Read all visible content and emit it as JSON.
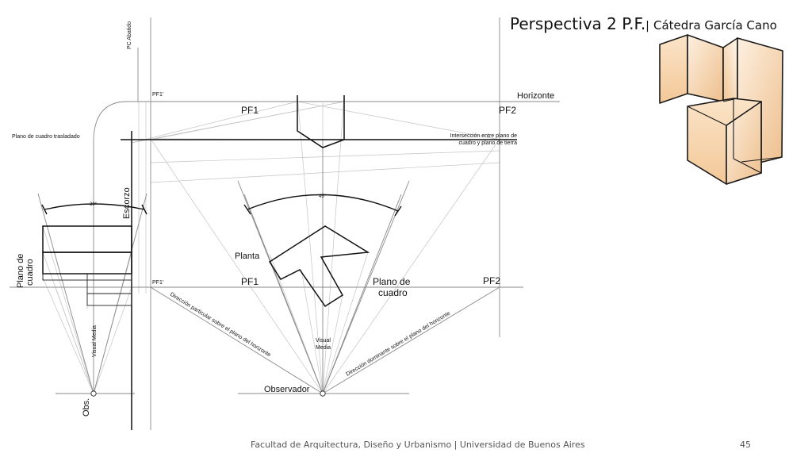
{
  "header": {
    "title": "Perspectiva 2 P.F.",
    "separator": "|",
    "subtitle": "Cátedra García Cano"
  },
  "diagram": {
    "labels": {
      "pc_abatido": "PC Abatido",
      "pf1_prime_top": "PF1'",
      "pf1_top": "PF1",
      "pf2_top": "PF2",
      "horizonte": "Horizonte",
      "plano_cuadro_trasladado": "Plano de cuadro trasladado",
      "interseccion_1": "Intersección entre plano de",
      "interseccion_2": "cuadro y plano de tierra",
      "escorzo": "Escorzo",
      "angle_30": "30°",
      "angle_45": "45°",
      "planta": "Planta",
      "plano_de_cuadro_left_1": "Plano de",
      "plano_de_cuadro_left_2": "cuadro",
      "pf1_prime_bottom": "PF1'",
      "pf1_bottom": "PF1",
      "plano_de_cuadro_center_1": "Plano de",
      "plano_de_cuadro_center_2": "cuadro",
      "pf2_bottom": "PF2",
      "direccion_particular": "Dirección particular sobre el plano del horizonte",
      "direccion_dominante": "Dirección dominante sobre el plano del horizonte",
      "visual_media_left": "Visual Media",
      "visual_media_center_1": "Visual",
      "visual_media_center_2": "Media",
      "obs": "Obs.",
      "observador": "Observador"
    },
    "colors": {
      "line_dark": "#111111",
      "line_gray": "#8a8a8a",
      "line_light": "#c4c4c4",
      "box_fill_light": "#fbe6cf",
      "box_fill_mid": "#f5cfa3",
      "box_fill_dark": "#eab784"
    }
  },
  "footer": {
    "text": "Facultad de Arquitectura, Diseño y Urbanismo | Universidad de Buenos Aires",
    "page_number": "45"
  }
}
